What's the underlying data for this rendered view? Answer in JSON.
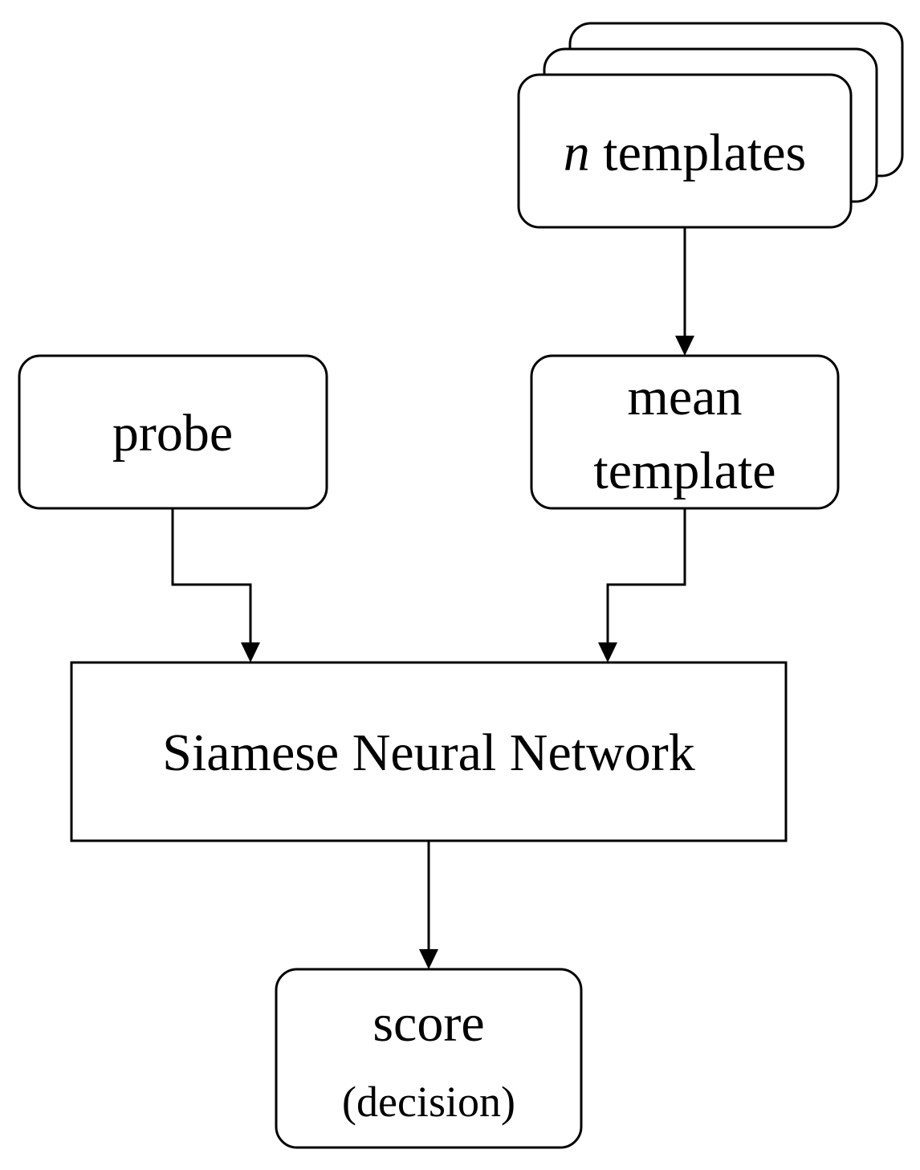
{
  "diagram": {
    "nodes": {
      "templates": {
        "variable": "n",
        "label": "templates"
      },
      "mean_template": {
        "line1": "mean",
        "line2": "template"
      },
      "probe": {
        "label": "probe"
      },
      "network": {
        "label": "Siamese Neural Network"
      },
      "score": {
        "line1": "score",
        "line2": "(decision)"
      }
    },
    "edges": [
      {
        "from": "templates",
        "to": "mean_template"
      },
      {
        "from": "probe",
        "to": "network"
      },
      {
        "from": "mean_template",
        "to": "network"
      },
      {
        "from": "network",
        "to": "score"
      }
    ]
  }
}
